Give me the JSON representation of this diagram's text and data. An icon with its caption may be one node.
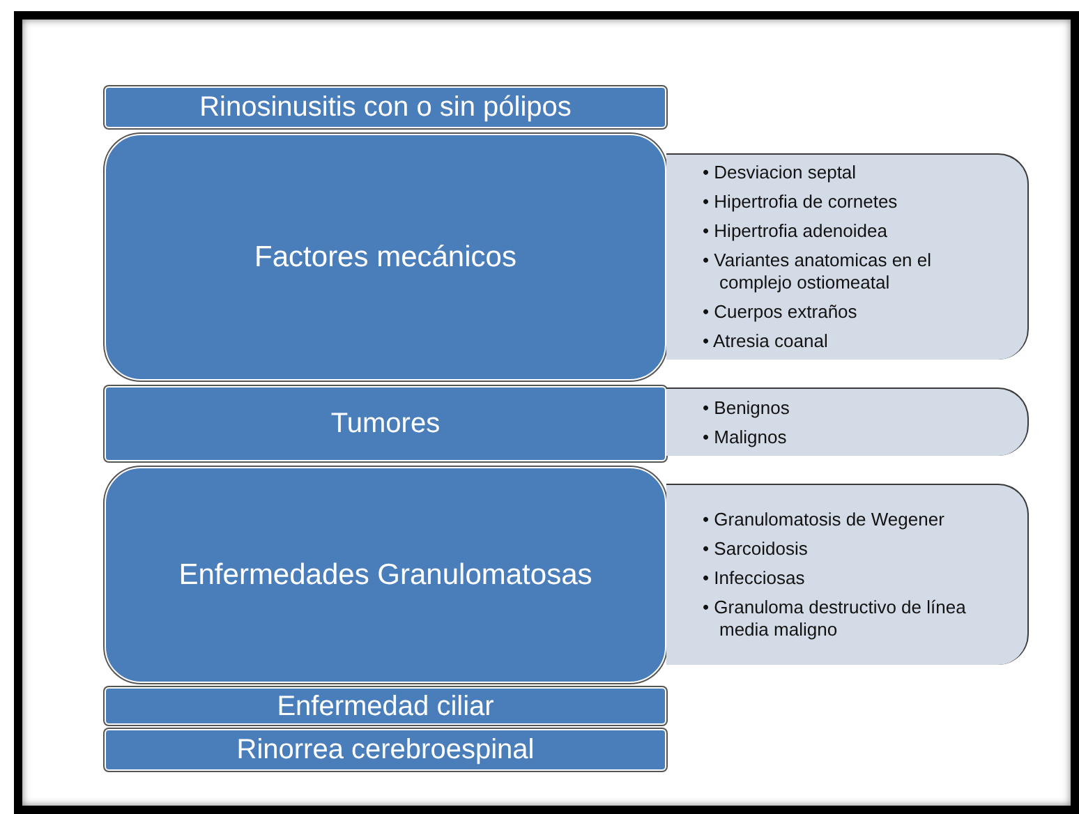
{
  "diagram": {
    "nodes": [
      {
        "text": [
          "Rinosinusitis con o sin pólipos"
        ]
      },
      {
        "text": [
          "Factores mecánicos"
        ]
      },
      {
        "text": [
          "• Desviacion septal",
          "• Hipertrofia de cornetes",
          "• Hipertrofia adenoidea",
          "• Variantes anatomicas en el complejo ostiomeatal",
          "• Cuerpos extraños",
          "• Atresia coanal"
        ]
      },
      {
        "text": [
          "Tumores"
        ]
      },
      {
        "text": [
          "• Benignos",
          "• Malignos"
        ]
      },
      {
        "text": [
          "Enfermedades Granulomatosas"
        ]
      },
      {
        "text": [
          "• Granulomatosis de Wegener",
          "• Sarcoidosis",
          "• Infecciosas",
          "• Granuloma destructivo de línea media maligno"
        ]
      },
      {
        "text": [
          "Enfermedad ciliar"
        ]
      },
      {
        "text": [
          "Rinorrea cerebroespinal"
        ]
      }
    ]
  }
}
